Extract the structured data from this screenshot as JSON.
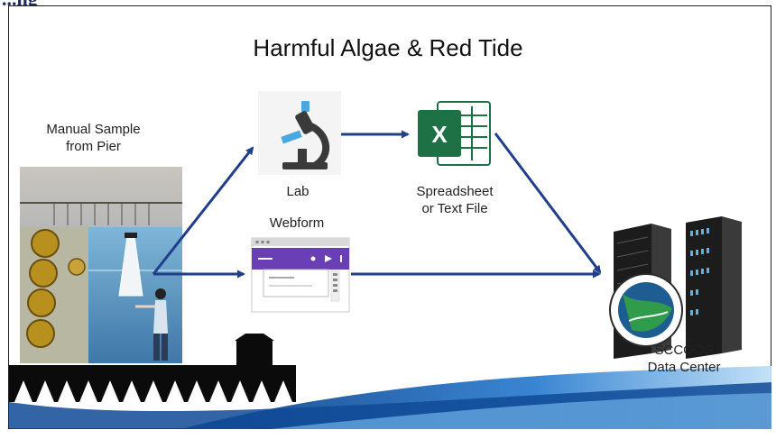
{
  "slide": {
    "heading_fragment": "...ng",
    "title": "Harmful Algae & Red Tide"
  },
  "nodes": {
    "manual_sample": {
      "line1": "Manual Sample",
      "line2": "from Pier"
    },
    "lab": {
      "label": "Lab"
    },
    "spreadsheet": {
      "line1": "Spreadsheet",
      "line2": "or Text File",
      "icon_letter": "X"
    },
    "webform": {
      "label": "Webform"
    },
    "data_center": {
      "line1": "SCCOOS",
      "line2": "Data Center"
    }
  },
  "colors": {
    "arrow": "#1f3f8a",
    "excel_green": "#1e7145",
    "webform_purple": "#6a3fb5",
    "ocean": "#1f64b3"
  }
}
